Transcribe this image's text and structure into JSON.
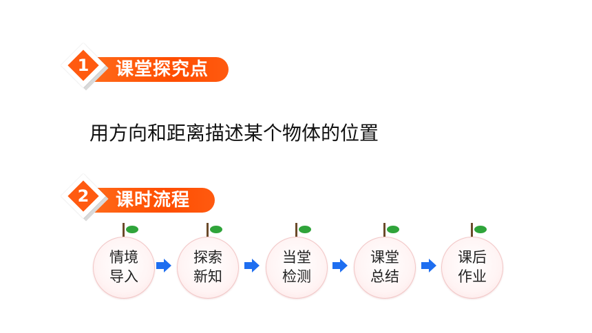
{
  "section1": {
    "number": "1",
    "title": "课堂探究点"
  },
  "topic": "用方向和距离描述某个物体的位置",
  "section2": {
    "number": "2",
    "title": "课时流程"
  },
  "flow": [
    {
      "line1": "情境",
      "line2": "导入"
    },
    {
      "line1": "探索",
      "line2": "新知"
    },
    {
      "line1": "当堂",
      "line2": "检测"
    },
    {
      "line1": "课堂",
      "line2": "总结"
    },
    {
      "line1": "课后",
      "line2": "作业"
    }
  ],
  "colors": {
    "accent": "#ff5a10",
    "arrow": "#1e6ef0",
    "leaf": "#2fa43a"
  }
}
